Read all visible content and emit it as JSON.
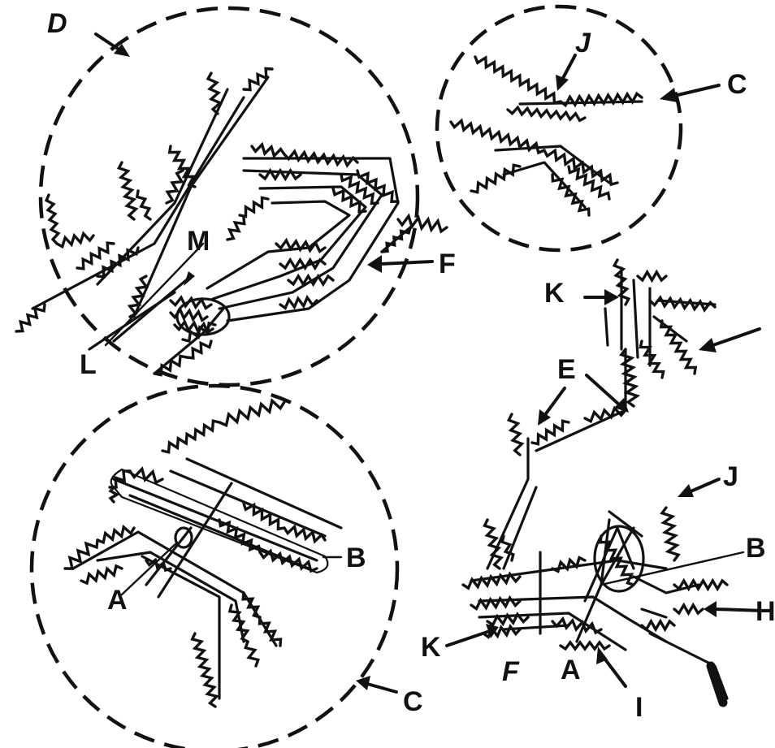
{
  "labels": {
    "D": "D",
    "C_top": "C",
    "M": "M",
    "F": "F",
    "L": "L",
    "K_mid": "K",
    "E": "E",
    "J_top": "J",
    "J_right": "J",
    "B_left": "B",
    "B_right": "B",
    "A_left": "A",
    "A_right": "A",
    "H": "H",
    "K_bottom": "K",
    "F_bottom": "F",
    "I": "I",
    "C_bottom": "C"
  },
  "colors": {
    "ink": "#111111",
    "paper": "#ffffff"
  }
}
